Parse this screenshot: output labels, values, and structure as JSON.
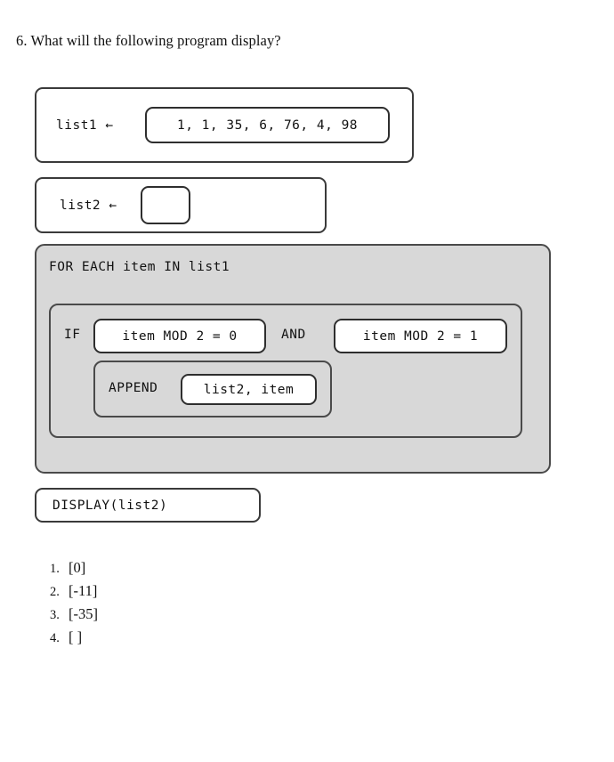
{
  "question": {
    "number": "6.",
    "text": "6. What will the following program display?"
  },
  "program": {
    "line1": {
      "label": "list1 ←",
      "value": "1, 1, 35, 6, 76, 4, 98"
    },
    "line2": {
      "label": "list2 ←",
      "value": ""
    },
    "foreach": {
      "label": "FOR EACH item IN list1",
      "if": {
        "keyword": "IF",
        "condition1": "item MOD 2 = 0",
        "operator": "AND",
        "condition2": "item MOD 2 = 1",
        "body": {
          "keyword": "APPEND",
          "argument": "list2, item"
        }
      }
    },
    "display": "DISPLAY(list2)"
  },
  "answers": [
    {
      "number": "1.",
      "text": "[0]"
    },
    {
      "number": "2.",
      "text": "[-11]"
    },
    {
      "number": "3.",
      "text": "[-35]"
    },
    {
      "number": "4.",
      "text": "[ ]"
    }
  ],
  "colors": {
    "shaded_block": "#d8d8d8",
    "border": "#3a3a3a",
    "text": "#111111"
  }
}
